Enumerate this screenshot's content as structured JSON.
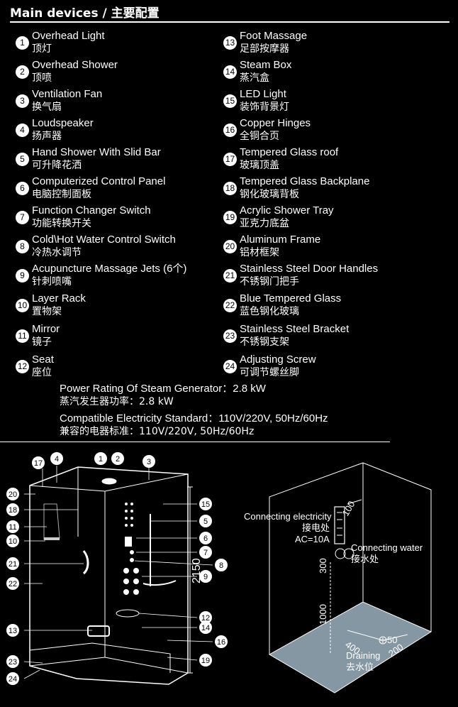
{
  "heading": "Main devices / 主要配置",
  "devices": [
    {
      "num": "1",
      "en": "Overhead Light",
      "cn": "顶灯"
    },
    {
      "num": "2",
      "en": "Overhead Shower",
      "cn": "顶喷"
    },
    {
      "num": "3",
      "en": "Ventilation Fan",
      "cn": "换气扇"
    },
    {
      "num": "4",
      "en": "Loudspeaker",
      "cn": "扬声器"
    },
    {
      "num": "5",
      "en": "Hand Shower With Slid Bar",
      "cn": "可升降花洒"
    },
    {
      "num": "6",
      "en": "Computerized Control Panel",
      "cn": "电脑控制面板"
    },
    {
      "num": "7",
      "en": "Function Changer Switch",
      "cn": "功能转换开关"
    },
    {
      "num": "8",
      "en": "Cold\\Hot Water Control Switch",
      "cn": "冷热水调节"
    },
    {
      "num": "9",
      "en": "Acupuncture Massage Jets (6个)",
      "cn": "针刺喷嘴"
    },
    {
      "num": "10",
      "en": "Layer Rack",
      "cn": "置物架"
    },
    {
      "num": "11",
      "en": "Mirror",
      "cn": "镜子"
    },
    {
      "num": "12",
      "en": "Seat",
      "cn": "座位"
    },
    {
      "num": "13",
      "en": "Foot Massage",
      "cn": "足部按摩器"
    },
    {
      "num": "14",
      "en": "Steam Box",
      "cn": "蒸汽盒"
    },
    {
      "num": "15",
      "en": "LED Light",
      "cn": "装饰背景灯"
    },
    {
      "num": "16",
      "en": "Copper Hinges",
      "cn": "全铜合页"
    },
    {
      "num": "17",
      "en": "Tempered Glass roof",
      "cn": "玻璃顶盖"
    },
    {
      "num": "18",
      "en": "Tempered Glass Backplane",
      "cn": "钢化玻璃背板"
    },
    {
      "num": "19",
      "en": "Acrylic Shower Tray",
      "cn": "亚克力底盆"
    },
    {
      "num": "20",
      "en": "Aluminum Frame",
      "cn": "铝材框架"
    },
    {
      "num": "21",
      "en": "Stainless Steel Door Handles",
      "cn": "不锈钢门把手"
    },
    {
      "num": "22",
      "en": "Blue Tempered Glass",
      "cn": "蓝色钢化玻璃"
    },
    {
      "num": "23",
      "en": "Stainless Steel Bracket",
      "cn": "不锈钢支架"
    },
    {
      "num": "24",
      "en": "Adjusting Screw",
      "cn": "可调节螺丝脚"
    }
  ],
  "specs": {
    "steam_power_en": "Power Rating Of Steam Generator：2.8 kW",
    "steam_power_cn": "蒸汽发生器功率：2.8 kW",
    "electric_en": "Compatible Electricity Standard：110V/220V, 50Hz/60Hz",
    "electric_cn": "兼容的电器标准：110V/220V, 50Hz/60Hz"
  },
  "diagram": {
    "height_dim": "2150",
    "callouts": [
      "17",
      "4",
      "1",
      "2",
      "3",
      "20",
      "18",
      "11",
      "10",
      "21",
      "22",
      "13",
      "23",
      "24",
      "15",
      "5",
      "6",
      "7",
      "8",
      "9",
      "12",
      "14",
      "16",
      "19"
    ]
  },
  "install": {
    "electric_en": "Connecting electricity",
    "electric_cn": "接电处",
    "electric_spec": "AC=10A",
    "water_en": "Connecting water",
    "water_cn": "接水处",
    "drain_en": "Draining",
    "drain_cn": "去水位",
    "dims": [
      "100",
      "300",
      "1000",
      "400",
      "50",
      "200"
    ]
  },
  "colors": {
    "background": "#000000",
    "floor": "#8497a3",
    "text": "#ffffff"
  }
}
